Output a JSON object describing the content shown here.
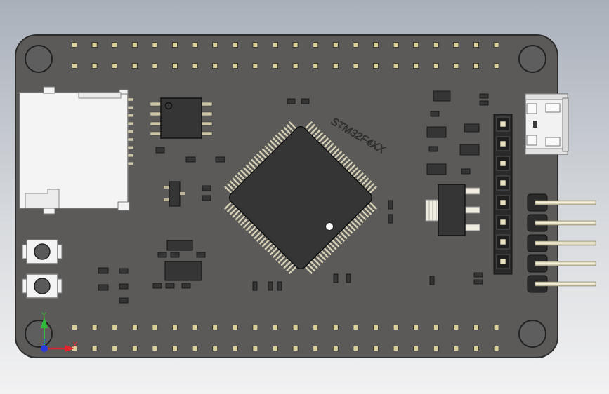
{
  "scene": {
    "chip_marking": "STM32F4XX",
    "axis_labels": {
      "y": "Y",
      "x": "X",
      "z": "Z"
    },
    "colors": {
      "board": "#5b5a58",
      "board_edge": "#2d2d2d",
      "pad": "#d9cf9a",
      "chip_body": "#363535",
      "pin_header": "#2a2a2a",
      "pin_metal": "#e8e1c2",
      "sd_slot": "#f4f4f4",
      "axis_x": "#e0242b",
      "axis_y": "#2fbf3a",
      "axis_z": "#2a3bd8"
    }
  }
}
